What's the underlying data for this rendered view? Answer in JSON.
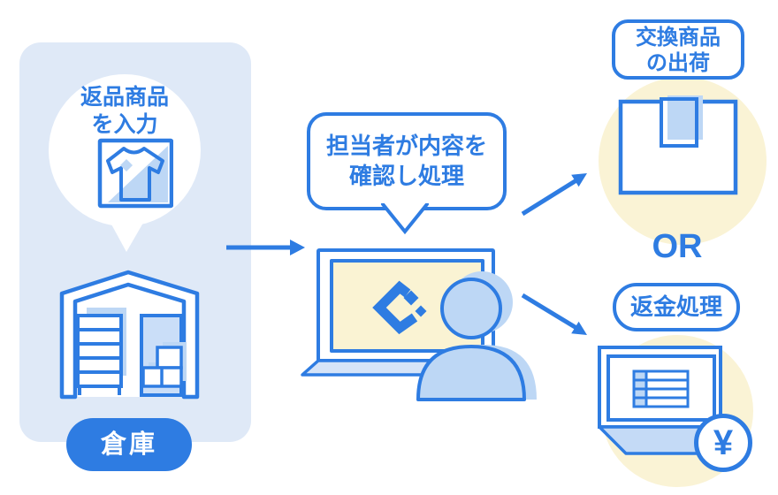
{
  "labels": {
    "return_input": {
      "line1": "返品商品",
      "line2": "を入力"
    },
    "warehouse": "倉庫",
    "staff_review": {
      "line1": "担当者が内容を",
      "line2": "確認し処理"
    },
    "exchange_shipping": {
      "line1": "交換商品",
      "line2": "の出荷"
    },
    "or": "OR",
    "refund": "返金処理",
    "yen": "¥"
  },
  "colors": {
    "primary_blue": "#2e7ce2",
    "light_blue_fill": "#bdd7f5",
    "pale_blue_fill": "#cadef8",
    "panel_background": "#dfe9f7",
    "screen_yellow": "#faf3d3",
    "halo_yellow": "#faf3d5",
    "white": "#ffffff"
  },
  "icons": [
    "tshirt-icon",
    "warehouse-icon",
    "laptop-icon",
    "company-logo-icon",
    "staff-person-icon",
    "package-icon",
    "refund-monitor-icon",
    "yen-icon",
    "arrow-right-icon",
    "arrow-up-right-icon",
    "arrow-down-right-icon"
  ]
}
